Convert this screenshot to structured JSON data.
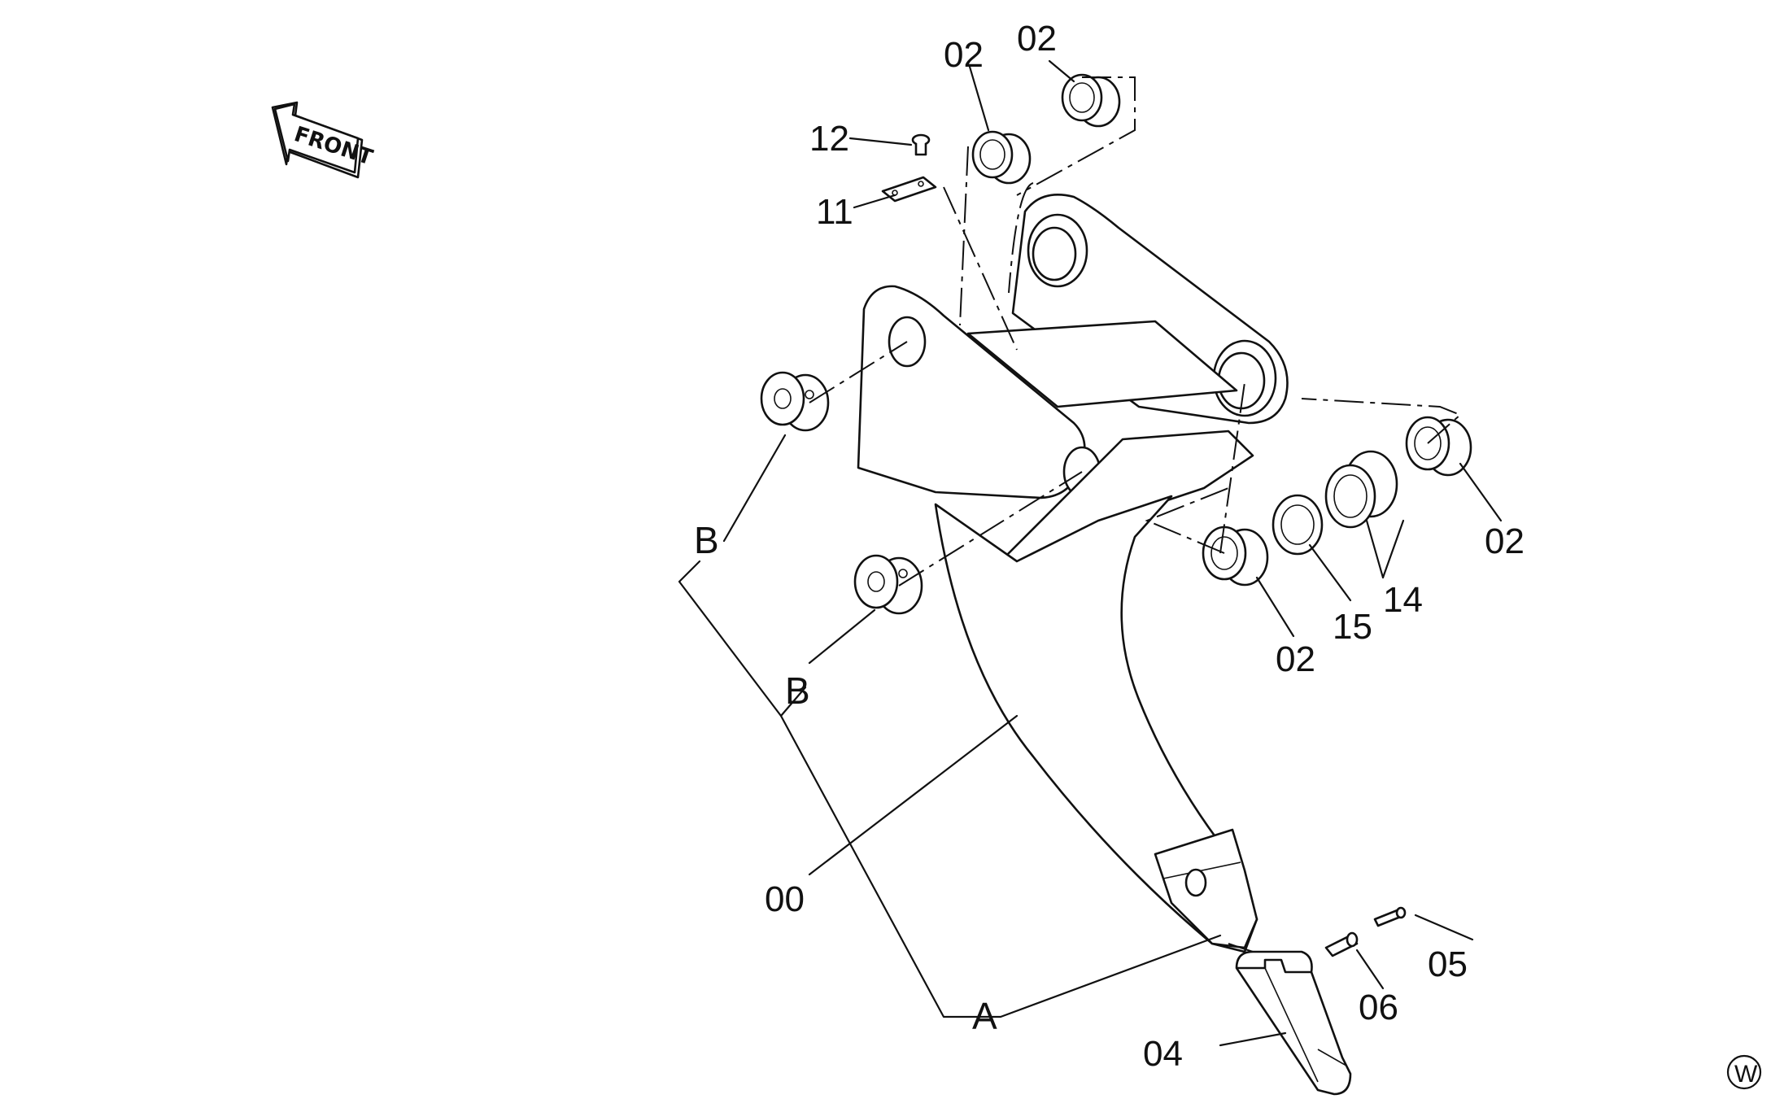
{
  "front_label": "FRONT",
  "watermark": "W",
  "callouts": {
    "c00": "00",
    "c02_top_left": "02",
    "c02_top_right": "02",
    "c02_right": "02",
    "c02_bottom": "02",
    "c04": "04",
    "c05": "05",
    "c06": "06",
    "c11": "11",
    "c12": "12",
    "c14": "14",
    "c15": "15",
    "groupA": "A",
    "groupB_upper": "B",
    "groupB_lower": "B"
  }
}
